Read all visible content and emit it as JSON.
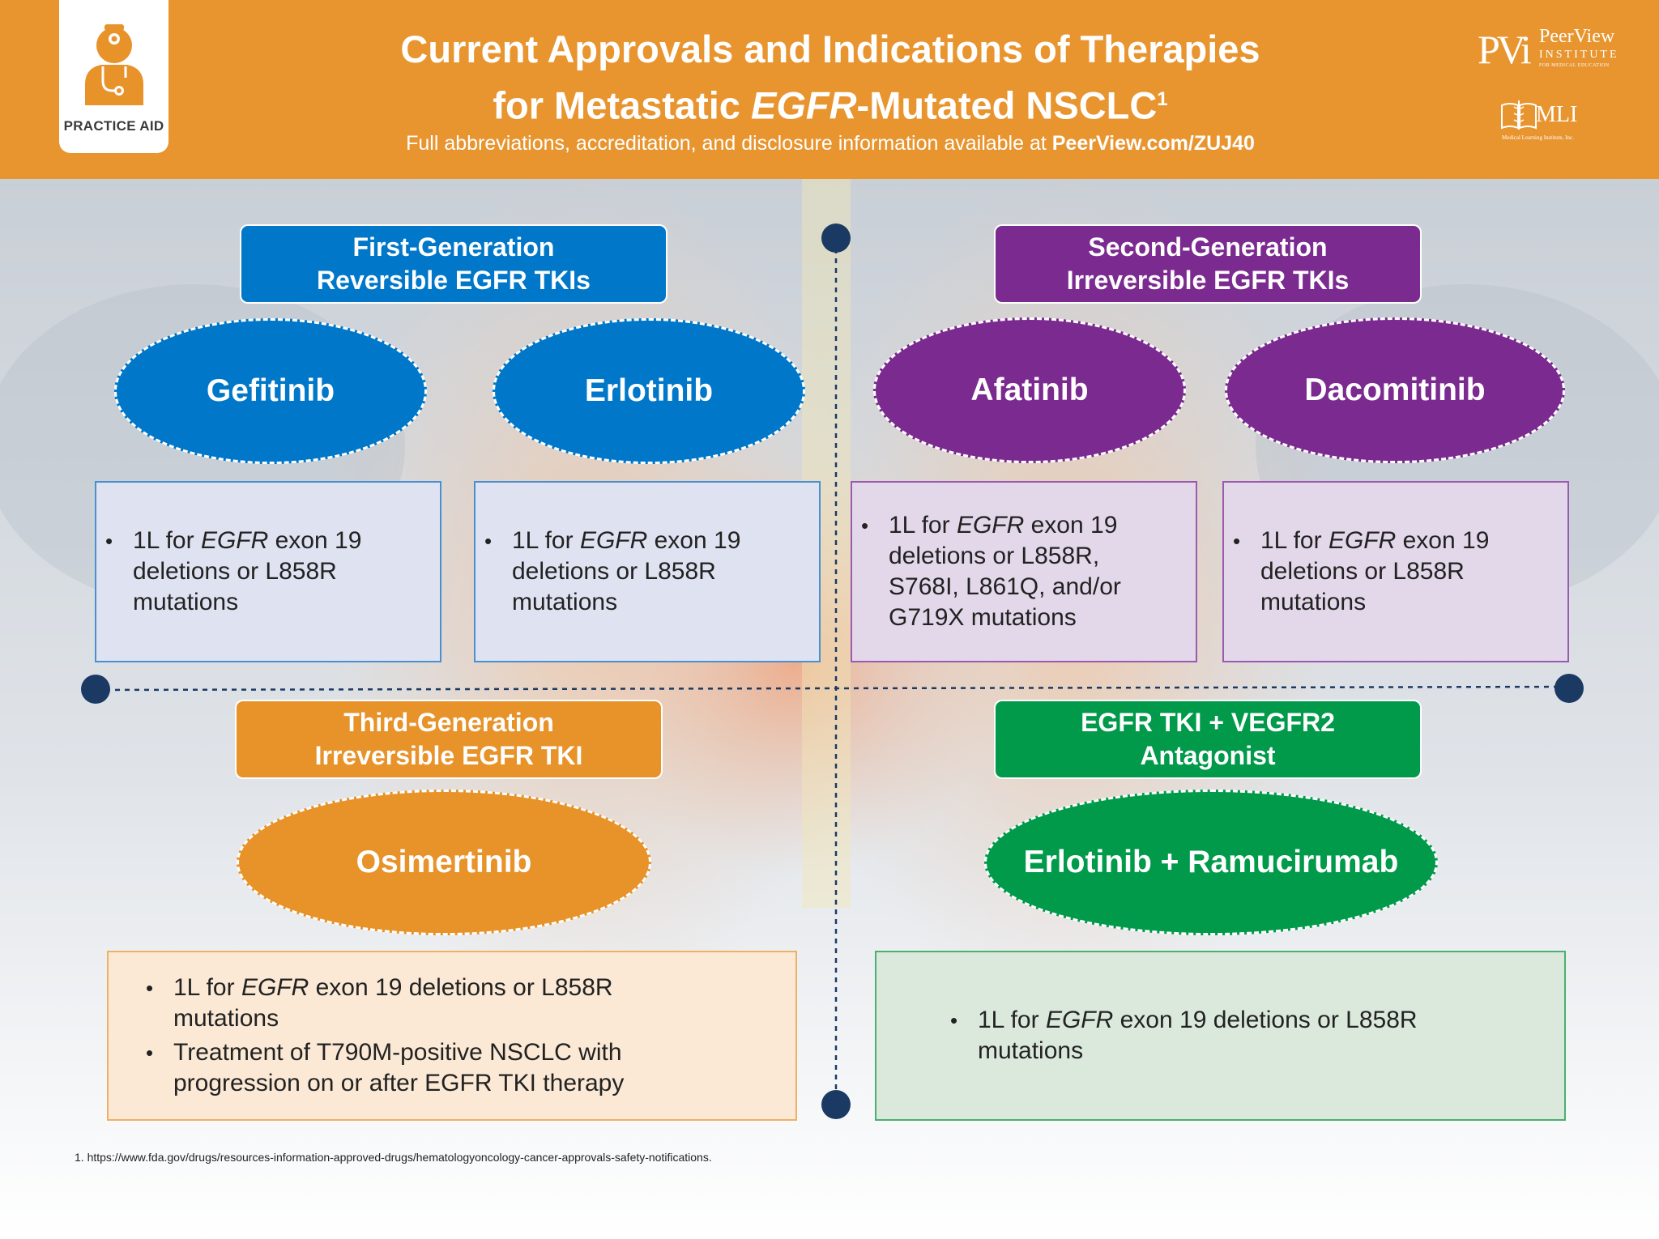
{
  "header": {
    "badge_label": "PRACTICE AID",
    "title_line1": "Current Approvals and Indications of Therapies",
    "title_line2_pre": "for Metastatic ",
    "title_line2_italic": "EGFR",
    "title_line2_post": "-Mutated NSCLC",
    "title_sup": "1",
    "subtitle_text": "Full abbreviations, accreditation, and disclosure information available at ",
    "subtitle_link": "PeerView.com/ZUJ40",
    "logo_pvi_mark": "PVi",
    "logo_pvi_name": "PeerView",
    "logo_pvi_institute": "INSTITUTE",
    "logo_pvi_sub": "FOR MEDICAL EDUCATION",
    "logo_mli": "MLI",
    "logo_mli_sub": "Medical Learning Institute, Inc."
  },
  "quadrants": [
    {
      "id": "first-gen",
      "category_line1": "First-Generation",
      "category_line2": "Reversible EGFR TKIs",
      "color": "#0077c8",
      "box_bg": "#dfe3f1",
      "box_border": "#4a8fd0",
      "drugs": [
        {
          "name": "Gefitinib",
          "indication": {
            "pre": "1L for ",
            "it": "EGFR",
            "post": " exon 19 deletions or L858R mutations"
          }
        },
        {
          "name": "Erlotinib",
          "indication": {
            "pre": "1L for ",
            "it": "EGFR",
            "post": " exon 19 deletions or L858R mutations"
          }
        }
      ]
    },
    {
      "id": "second-gen",
      "category_line1": "Second-Generation",
      "category_line2": "Irreversible EGFR TKIs",
      "color": "#7b2a8f",
      "box_bg": "#e3d8ea",
      "box_border": "#9b5ab0",
      "drugs": [
        {
          "name": "Afatinib",
          "indication": {
            "pre": "1L for ",
            "it": "EGFR",
            "post": " exon 19 deletions or L858R, S768I, L861Q, and/or G719X mutations"
          }
        },
        {
          "name": "Dacomitinib",
          "indication": {
            "pre": "1L for ",
            "it": "EGFR",
            "post": " exon 19 deletions or L858R mutations"
          }
        }
      ]
    },
    {
      "id": "third-gen",
      "category_line1": "Third-Generation",
      "category_line2": "Irreversible EGFR TKI",
      "color": "#e8922a",
      "box_bg": "#fbe9d5",
      "box_border": "#f0b063",
      "drugs": [
        {
          "name": "Osimertinib",
          "indications": [
            {
              "pre": "1L for ",
              "it": "EGFR",
              "post": " exon 19 deletions or L858R mutations"
            },
            {
              "pre": "Treatment of T790M-positive NSCLC with progression on or after EGFR TKI therapy",
              "it": "",
              "post": ""
            }
          ]
        }
      ]
    },
    {
      "id": "combo",
      "category_line1": "EGFR TKI + VEGFR2",
      "category_line2": "Antagonist",
      "color": "#009a4a",
      "box_bg": "#dbe9dd",
      "box_border": "#4caf6f",
      "drugs": [
        {
          "name": "Erlotinib + Ramucirumab",
          "indication": {
            "pre": "1L for ",
            "it": "EGFR",
            "post": " exon 19 deletions or L858R mutations"
          }
        }
      ]
    }
  ],
  "footnote": "1. https://www.fda.gov/drugs/resources-information-approved-drugs/hematologyoncology-cancer-approvals-safety-notifications.",
  "colors": {
    "header_bg": "#e8952f",
    "divider": "#1b3a63"
  }
}
